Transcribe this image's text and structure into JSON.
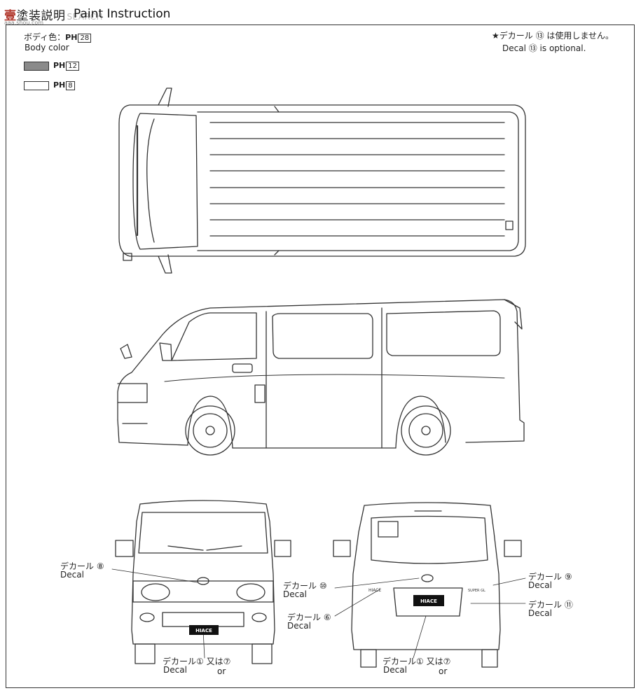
{
  "header": {
    "section_jp": "塗装説明",
    "watermark_left": "壹",
    "watermark_right": "SEARCH",
    "watermark_url": "aaa.shou.com",
    "title": "Paint Instruction"
  },
  "body_color": {
    "label_jp": "ボディ色：",
    "label_en": "Body color",
    "main_code_prefix": "PH",
    "main_code_num": "28",
    "swatches": [
      {
        "code_prefix": "PH",
        "code_num": "12",
        "color": "#8a8a8a"
      },
      {
        "code_prefix": "PH",
        "code_num": "8",
        "color": "#ffffff"
      }
    ]
  },
  "optional_note": {
    "jp": "★デカール ⑬ は使用しません。",
    "en": "Decal ⑬ is optional."
  },
  "views": {
    "top": "top-view",
    "side": "side-view",
    "front": "front-view",
    "rear": "rear-view"
  },
  "callouts": {
    "front_8_jp": "デカール",
    "front_8_en": "Decal",
    "front_8_num": "⑧",
    "front_1_jp": "デカール",
    "front_1_num": "①",
    "front_1_or_jp": "又は",
    "front_1_alt": "⑦",
    "front_1_en": "Decal",
    "front_1_or_en": "or",
    "rear_10_jp": "デカール",
    "rear_10_num": "⑩",
    "rear_10_en": "Decal",
    "rear_6_jp": "デカール",
    "rear_6_num": "⑥",
    "rear_6_en": "Decal",
    "rear_9_jp": "デカール",
    "rear_9_num": "⑨",
    "rear_9_en": "Decal",
    "rear_11_jp": "デカール",
    "rear_11_num": "⑪",
    "rear_11_en": "Decal",
    "rear_1_jp": "デカール",
    "rear_1_num": "①",
    "rear_1_or_jp": "又は",
    "rear_1_alt": "⑦",
    "rear_1_en": "Decal",
    "rear_1_or_en": "or"
  },
  "plates": {
    "front": "HIACE",
    "rear": "HIACE",
    "rear_badge_left": "HIACE",
    "rear_badge_right": "SUPER GL"
  }
}
